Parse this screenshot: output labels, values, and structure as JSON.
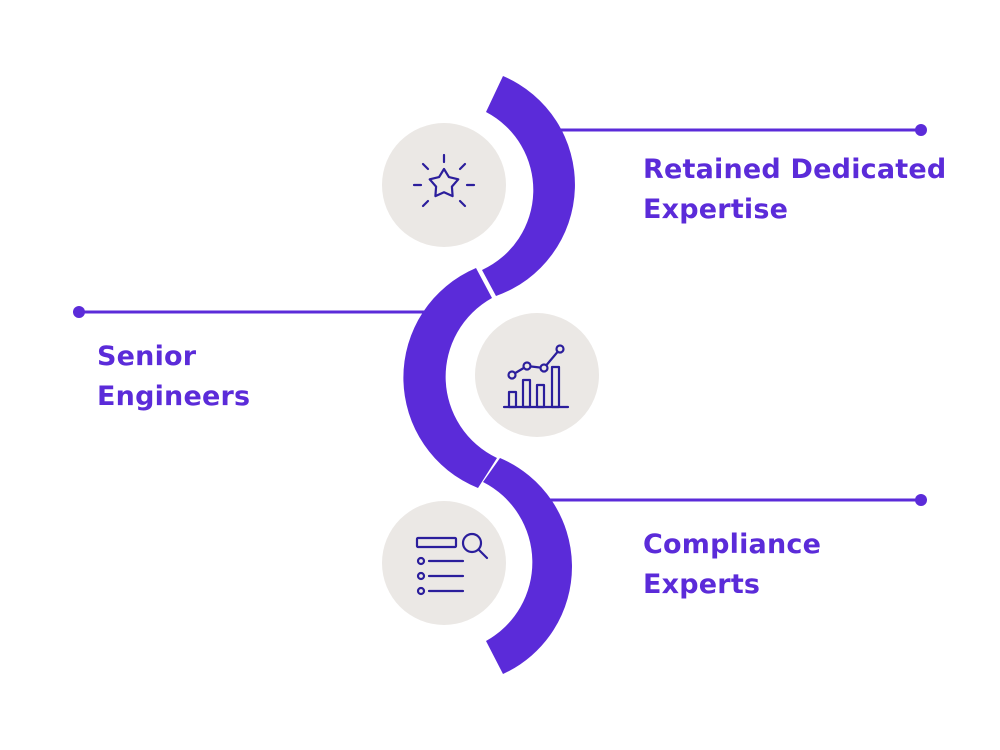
{
  "colors": {
    "accent": "#5b2bd9",
    "icon_stroke": "#2b1e9c",
    "circle_fill": "#ebe8e5",
    "background": "#ffffff"
  },
  "items": [
    {
      "line1": "Retained Dedicated",
      "line2": "Expertise",
      "icon": "sparkle-star-icon"
    },
    {
      "line1": "Senior",
      "line2": "Engineers",
      "icon": "growth-chart-icon"
    },
    {
      "line1": "Compliance",
      "line2": "Experts",
      "icon": "search-list-icon"
    }
  ]
}
